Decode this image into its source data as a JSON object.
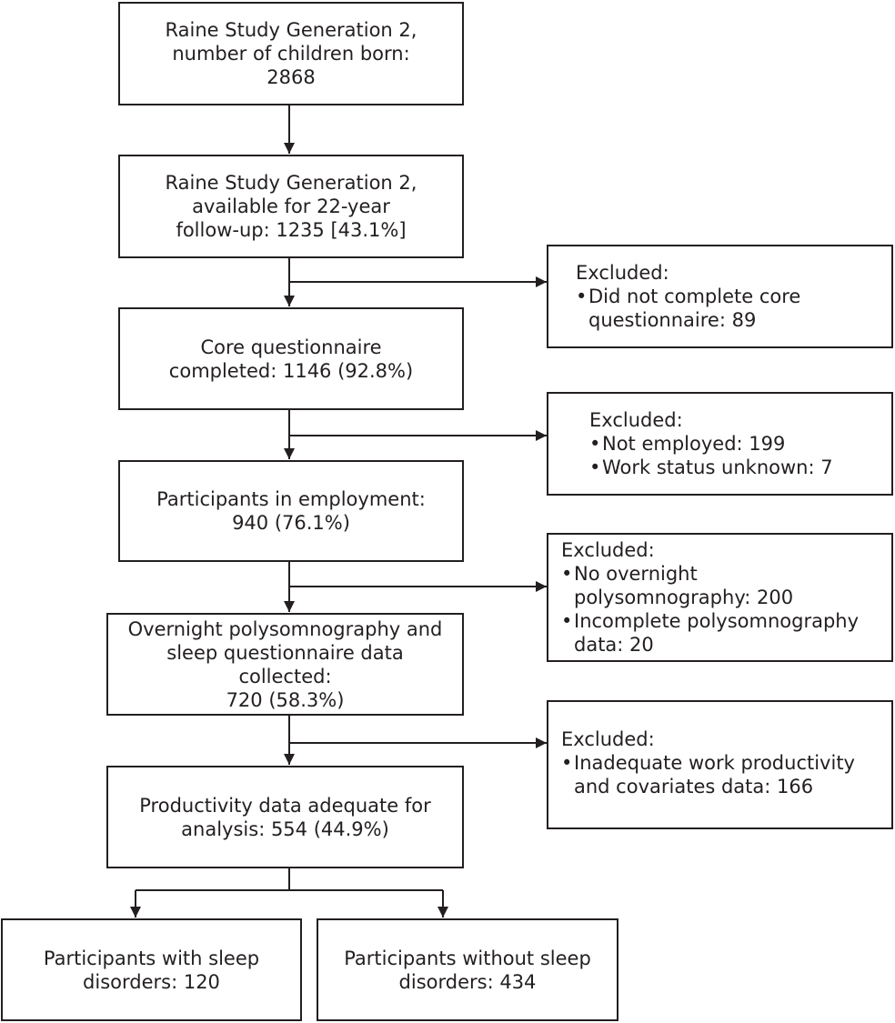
{
  "boxes": {
    "born": {
      "lines": [
        "Raine Study Generation 2,",
        "number of children born:",
        "2868"
      ]
    },
    "available": {
      "lines": [
        "Raine Study Generation 2,",
        "available for 22-year",
        "follow-up: 1235 [43.1%]"
      ]
    },
    "core": {
      "lines": [
        "Core questionnaire",
        "completed: 1146 (92.8%)"
      ]
    },
    "employed": {
      "lines": [
        "Participants in employment:",
        "940 (76.1%)"
      ]
    },
    "psg": {
      "lines": [
        "Overnight polysomnography and",
        "sleep questionnaire data collected:",
        "720 (58.3%)"
      ]
    },
    "productivity": {
      "lines": [
        "Productivity data adequate for",
        "analysis: 554 (44.9%)"
      ]
    },
    "with_disorders": {
      "lines": [
        "Participants with sleep",
        "disorders: 120"
      ]
    },
    "without_disorders": {
      "lines": [
        "Participants without sleep",
        "disorders: 434"
      ]
    }
  },
  "exclusions": {
    "ex1": {
      "title": "Excluded:",
      "items": [
        [
          "Did not complete core",
          "questionnaire: 89"
        ]
      ]
    },
    "ex2": {
      "title": "Excluded:",
      "items": [
        [
          "Not employed: 199"
        ],
        [
          "Work status unknown: 7"
        ]
      ]
    },
    "ex3": {
      "title": "Excluded:",
      "items": [
        [
          "No overnight",
          "polysomnography: 200"
        ],
        [
          "Incomplete polysomnography",
          "data: 20"
        ]
      ]
    },
    "ex4": {
      "title": "Excluded:",
      "items": [
        [
          "Inadequate work productivity",
          "and covariates data: 166"
        ]
      ]
    }
  }
}
